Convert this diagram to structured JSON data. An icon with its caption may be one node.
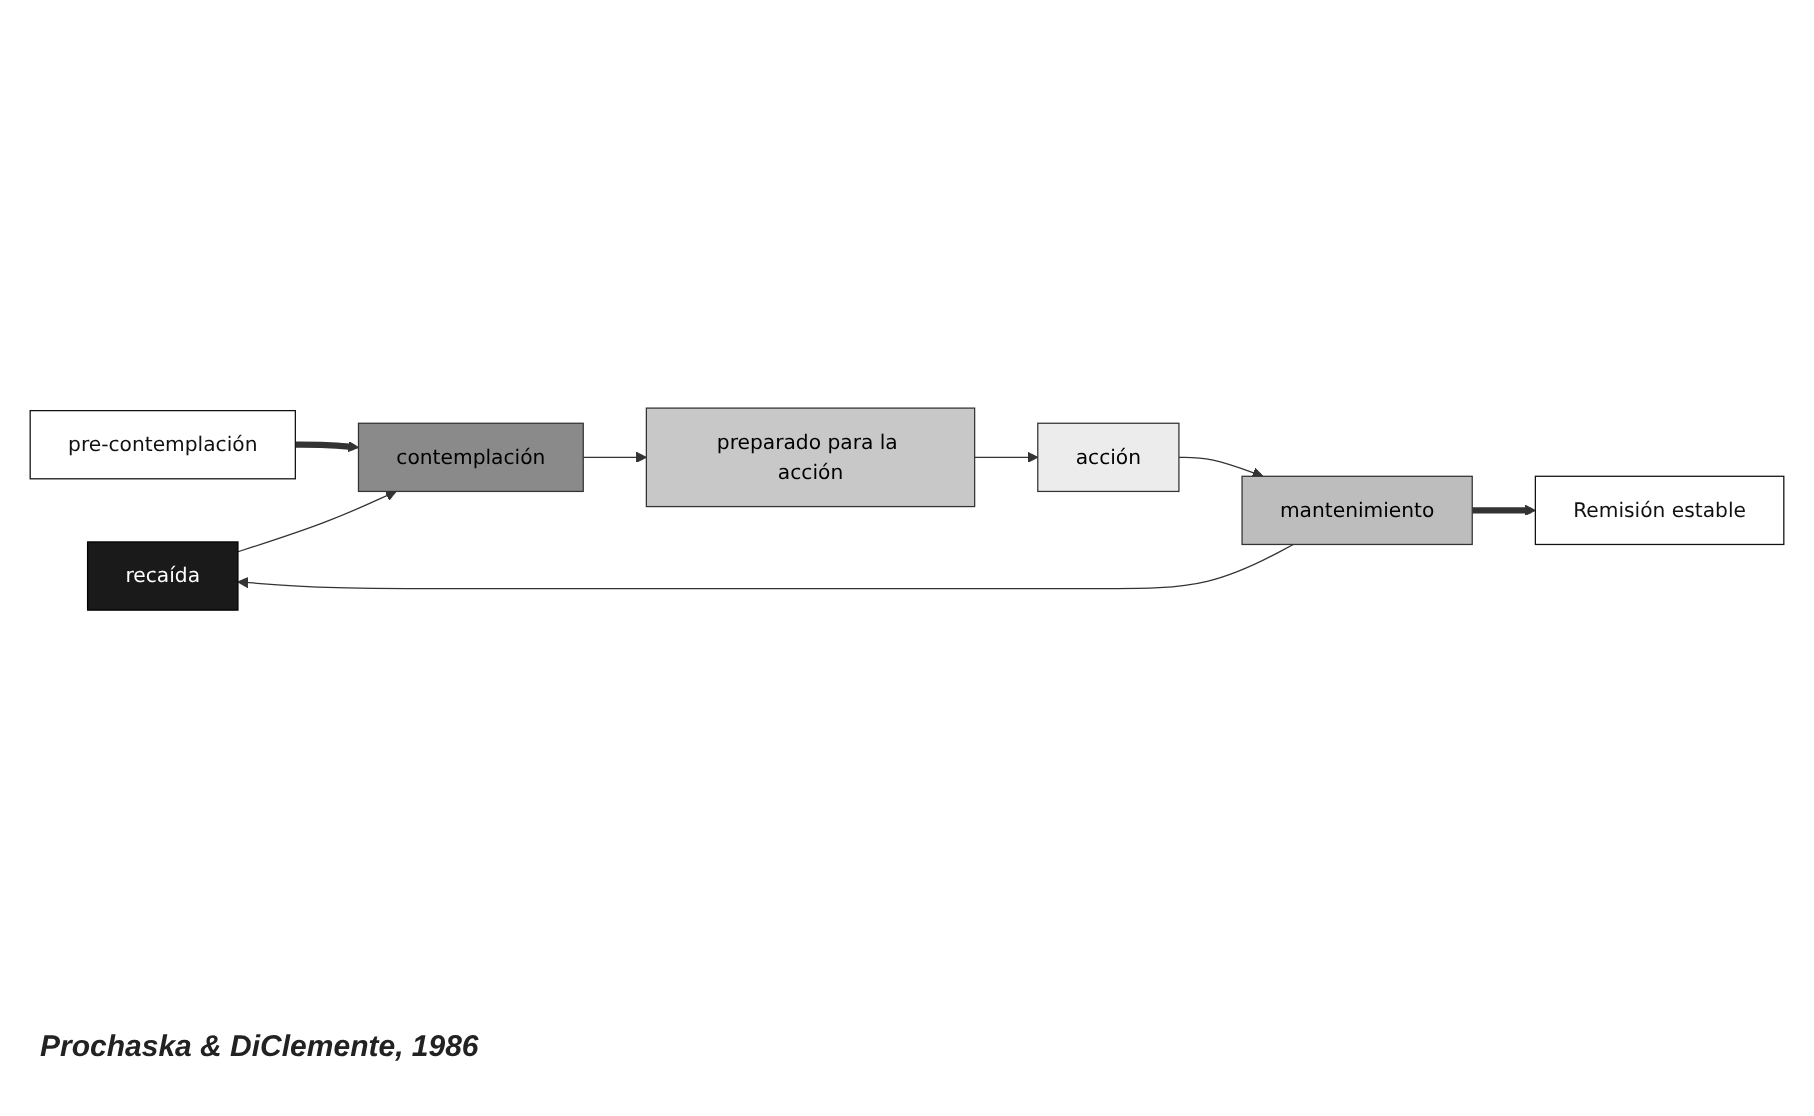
{
  "diagram": {
    "caption": "Prochaska & DiClemente, 1986",
    "nodes": [
      {
        "text": [
          "Remisión estable"
        ]
      },
      {
        "text": [
          "recaída"
        ]
      },
      {
        "text": [
          "pre-contemplación"
        ]
      },
      {
        "text": [
          "contemplación"
        ]
      },
      {
        "text": [
          "mantenimiento"
        ]
      },
      {
        "text": [
          "preparado para la acción"
        ]
      },
      {
        "text": [
          "acción"
        ]
      }
    ],
    "edges": [
      {
        "from": 2,
        "to": 3,
        "arrow": "to",
        "style": "thick"
      },
      {
        "from": 3,
        "to": 5,
        "arrow": "to"
      },
      {
        "from": 5,
        "to": 6,
        "arrow": "to"
      },
      {
        "from": 6,
        "to": 4,
        "arrow": "to"
      },
      {
        "from": 4,
        "to": 1,
        "arrow": "to"
      },
      {
        "from": 1,
        "to": 3,
        "arrow": "to"
      },
      {
        "from": 4,
        "to": 0,
        "arrow": "to",
        "style": "thick"
      }
    ]
  }
}
